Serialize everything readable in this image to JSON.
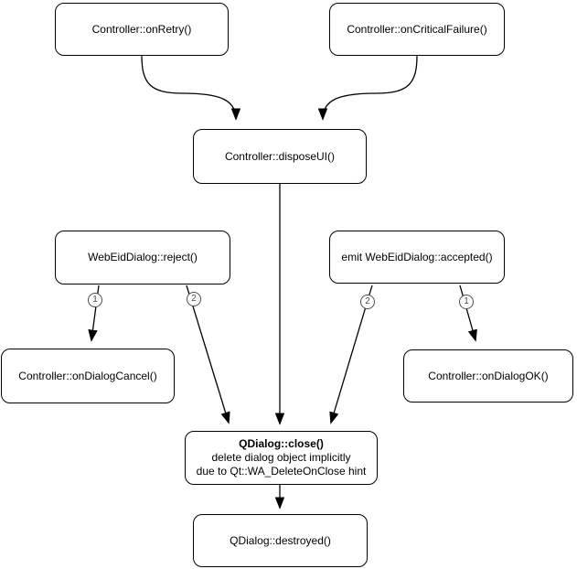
{
  "diagram": {
    "nodes": {
      "on_retry": "Controller::onRetry()",
      "on_critical_failure": "Controller::onCriticalFailure()",
      "dispose_ui": "Controller::disposeUI()",
      "reject": "WebEidDialog::reject()",
      "accepted": "emit WebEidDialog::accepted()",
      "on_dialog_cancel": "Controller::onDialogCancel()",
      "on_dialog_ok": "Controller::onDialogOK()",
      "close_title": "QDialog::close()",
      "close_line1": "delete dialog object implicitly",
      "close_line2": "due to Qt::WA_DeleteOnClose hint",
      "destroyed": "QDialog::destroyed()"
    },
    "edge_labels": {
      "reject_to_cancel": "1",
      "reject_to_close": "2",
      "accepted_to_close": "2",
      "accepted_to_ok": "1"
    },
    "colors": {
      "background": "#ffffff",
      "node_fill": "#ffffff",
      "node_stroke": "#000000",
      "text": "#000000",
      "edge": "#000000",
      "edge_label": "#4d4d4d"
    }
  }
}
